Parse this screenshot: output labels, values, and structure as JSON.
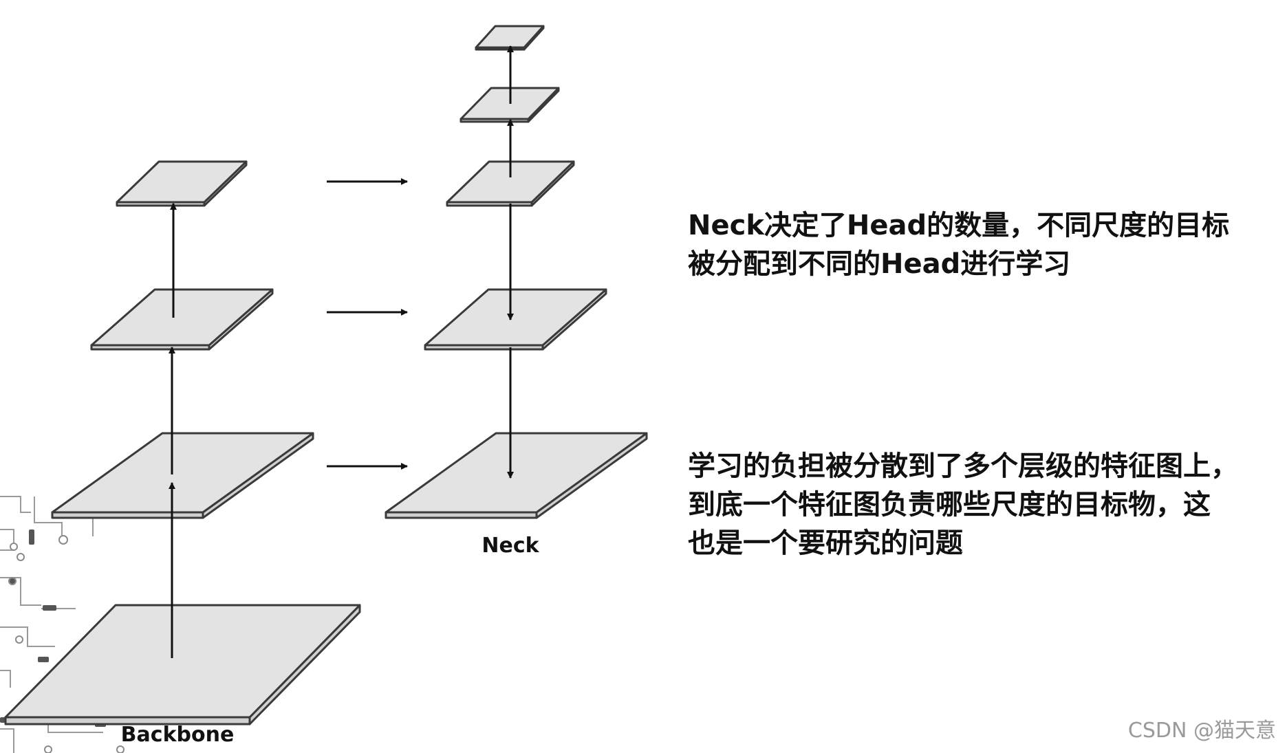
{
  "diagram": {
    "backbone_label": "Backbone",
    "neck_label": "Neck"
  },
  "notes": {
    "first": "Neck决定了Head的数量，不同尺度的目标\n被分配到不同的Head进行学习",
    "second": "学习的负担被分散到了多个层级的特征图上，\n到底一个特征图负责哪些尺度的目标物，这\n也是一个要研究的问题"
  },
  "watermark": "CSDN @猫天意"
}
